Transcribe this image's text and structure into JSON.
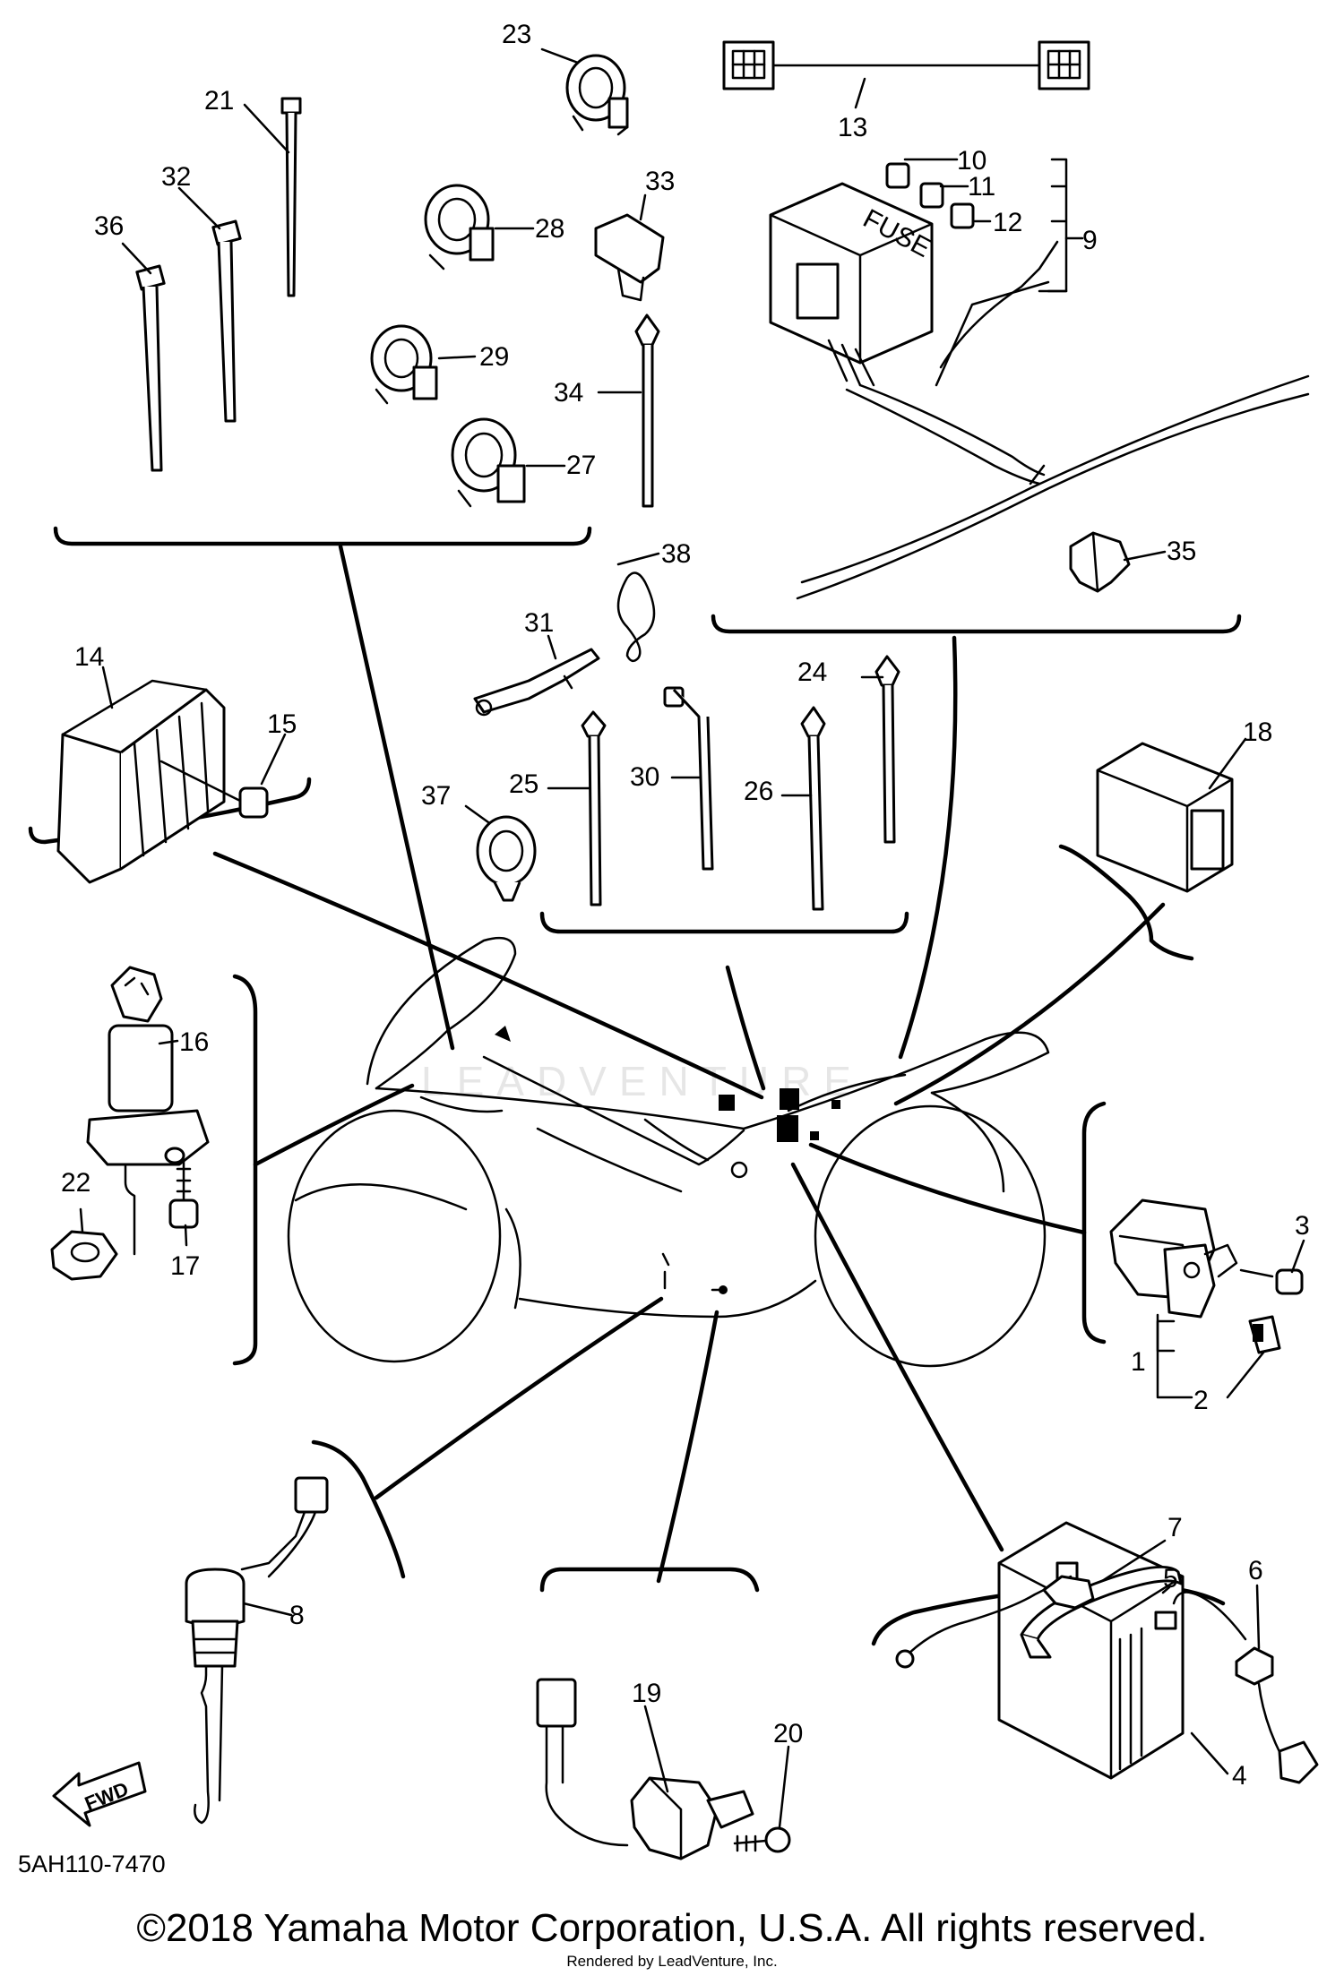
{
  "diagram_code": "5AH110-7470",
  "copyright": "©2018 Yamaha Motor Corporation, U.S.A. All rights reserved.",
  "rendered_by": "Rendered by LeadVenture, Inc.",
  "watermark_text": "LEADVENTURE",
  "fuse_label": "FUSE",
  "fwd_label": "FWD",
  "callouts": [
    "1",
    "2",
    "3",
    "4",
    "5",
    "6",
    "7",
    "8",
    "9",
    "10",
    "11",
    "12",
    "13",
    "14",
    "15",
    "16",
    "17",
    "18",
    "19",
    "20",
    "21",
    "22",
    "23",
    "24",
    "25",
    "26",
    "27",
    "28",
    "29",
    "30",
    "31",
    "32",
    "33",
    "34",
    "35",
    "36",
    "37",
    "38"
  ]
}
